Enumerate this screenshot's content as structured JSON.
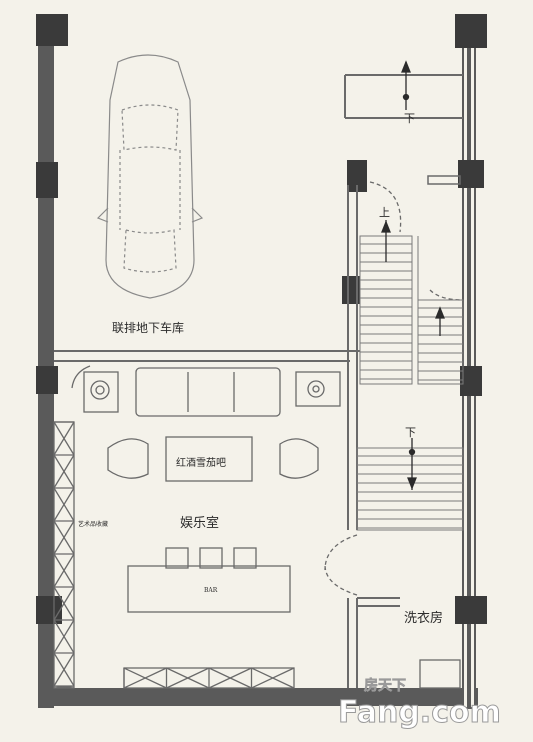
{
  "rooms": {
    "garage": "联排地下车库",
    "entertainment": "娱乐室",
    "wine_bar": "红酒雪茄吧",
    "art_display": "艺术品收藏",
    "laundry": "洗衣房",
    "table_mark": "BAR"
  },
  "stairs": {
    "up": "上",
    "down_top": "下",
    "down_mid": "下"
  },
  "watermark": {
    "brand_cn": "房天下",
    "brand_en": "Fang.com"
  },
  "colors": {
    "wall": "#555555",
    "pillar": "#3c3c3c",
    "line": "#6a6a6a",
    "background": "#f4f2ea"
  }
}
